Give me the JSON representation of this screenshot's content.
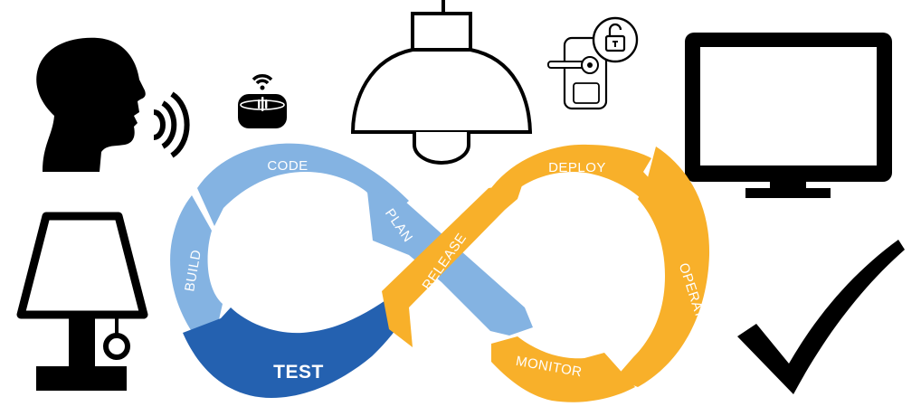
{
  "colors": {
    "light_blue": "#84B3E2",
    "dark_blue": "#2461B0",
    "orange": "#F8B02A",
    "icon_black": "#000000",
    "background": "#ffffff"
  },
  "cycle": {
    "code": "CODE",
    "build": "BUILD",
    "test": "TEST",
    "plan": "PLAN",
    "release": "RELEASE",
    "deploy": "DEPLOY",
    "operate": "OPERATE",
    "monitor": "MONITOR"
  },
  "icons": [
    "speaking-head-icon",
    "smart-speaker-icon",
    "pendant-lamp-icon",
    "smart-door-lock-icon",
    "monitor-icon",
    "table-lamp-icon",
    "checkmark-icon"
  ]
}
